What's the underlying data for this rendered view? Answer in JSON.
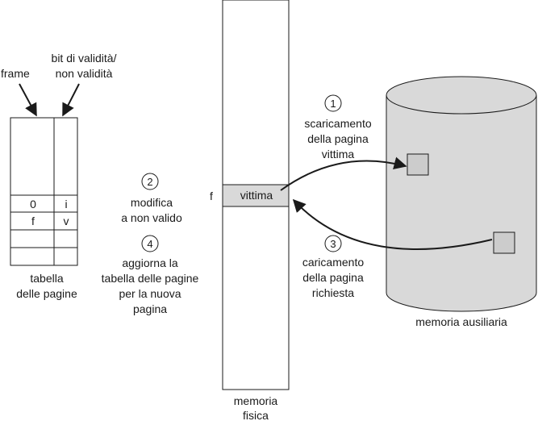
{
  "page_table": {
    "label_frame": "frame",
    "label_bit_line1": "bit di validità/",
    "label_bit_line2": "non validità",
    "rows": [
      {
        "frame": "",
        "bit": ""
      },
      {
        "frame": "",
        "bit": ""
      },
      {
        "frame": "",
        "bit": ""
      },
      {
        "frame": "",
        "bit": ""
      },
      {
        "frame": "",
        "bit": ""
      },
      {
        "frame": "0",
        "bit": "i"
      },
      {
        "frame": "f",
        "bit": "v"
      },
      {
        "frame": "",
        "bit": ""
      },
      {
        "frame": "",
        "bit": ""
      }
    ],
    "caption_line1": "tabella",
    "caption_line2": "delle pagine"
  },
  "steps": {
    "s1": {
      "number": "1",
      "lines": [
        "scaricamento",
        "della pagina",
        "vittima"
      ]
    },
    "s2": {
      "number": "2",
      "lines": [
        "modifica",
        "a non valido"
      ]
    },
    "s3": {
      "number": "3",
      "lines": [
        "caricamento",
        "della pagina",
        "richiesta"
      ]
    },
    "s4": {
      "number": "4",
      "lines": [
        "aggiorna la",
        "tabella delle pagine",
        "per la nuova",
        "pagina"
      ]
    }
  },
  "physical_memory": {
    "frame_label": "f",
    "victim_label": "vittima",
    "caption_line1": "memoria",
    "caption_line2": "fisica"
  },
  "backing_store": {
    "caption": "memoria ausiliaria"
  },
  "colors": {
    "stroke": "#1a1a1a",
    "fill_gray": "#d9d9d9",
    "page_box": "#cccccc"
  }
}
